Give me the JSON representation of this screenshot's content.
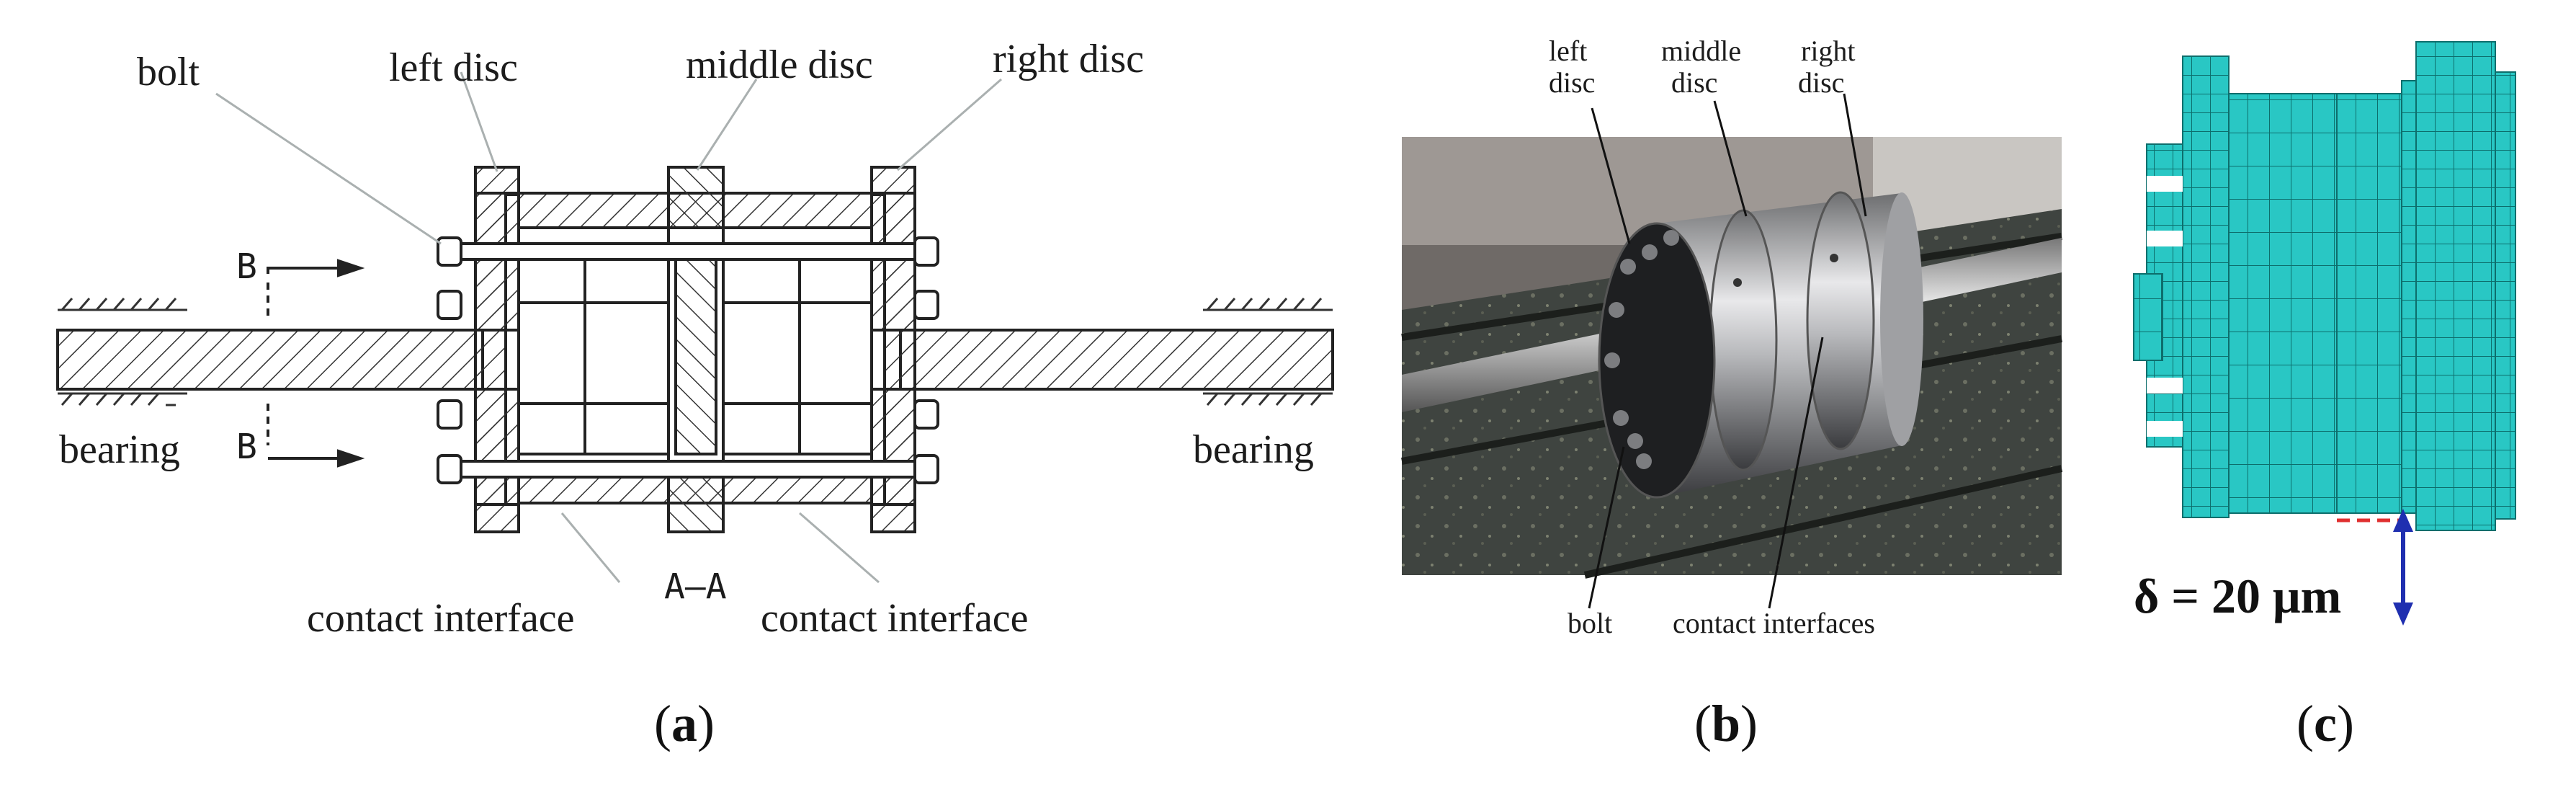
{
  "panel_a": {
    "labels": {
      "bolt": "bolt",
      "left_disc": "left disc",
      "middle_disc": "middle disc",
      "right_disc": "right disc",
      "bearing_left": "bearing",
      "bearing_right": "bearing",
      "section_b_top": "B",
      "section_b_bottom": "B",
      "section_aa": "A–A",
      "contact_left": "contact interface",
      "contact_right": "contact interface"
    },
    "caption_open": "(",
    "caption_letter": "a",
    "caption_close": ")"
  },
  "panel_b": {
    "labels": {
      "left_disc_1": "left",
      "left_disc_2": "disc",
      "middle_disc_1": "middle",
      "middle_disc_2": "disc",
      "right_disc_1": "right",
      "right_disc_2": "disc",
      "bolt": "bolt",
      "contact": "contact interfaces"
    },
    "caption_open": "(",
    "caption_letter": "b",
    "caption_close": ")"
  },
  "panel_c": {
    "delta_label": "δ = 20 μm",
    "mesh_color": "#29c7c4",
    "arrow_color": "#1f2fb0",
    "dash_color": "#e03030",
    "caption_open": "(",
    "caption_letter": "c",
    "caption_close": ")"
  }
}
